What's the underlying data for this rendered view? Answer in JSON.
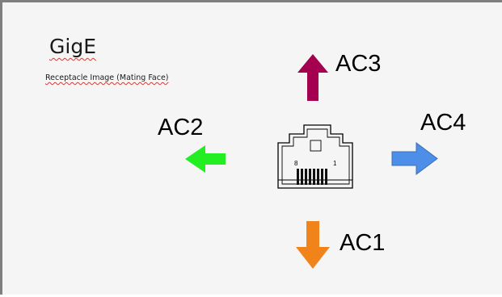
{
  "title": "GigE",
  "subtitle": "Receptacle Image (Mating Face)",
  "arrows": {
    "ac3": {
      "label": "AC3",
      "direction": "up",
      "color": "#a5004f"
    },
    "ac2": {
      "label": "AC2",
      "direction": "left",
      "color": "#22ee22"
    },
    "ac4": {
      "label": "AC4",
      "direction": "right",
      "color": "#4d8ee8"
    },
    "ac1": {
      "label": "AC1",
      "direction": "down",
      "color": "#f0831a"
    }
  },
  "connector": {
    "pin_left": "8",
    "pin_right": "1"
  }
}
